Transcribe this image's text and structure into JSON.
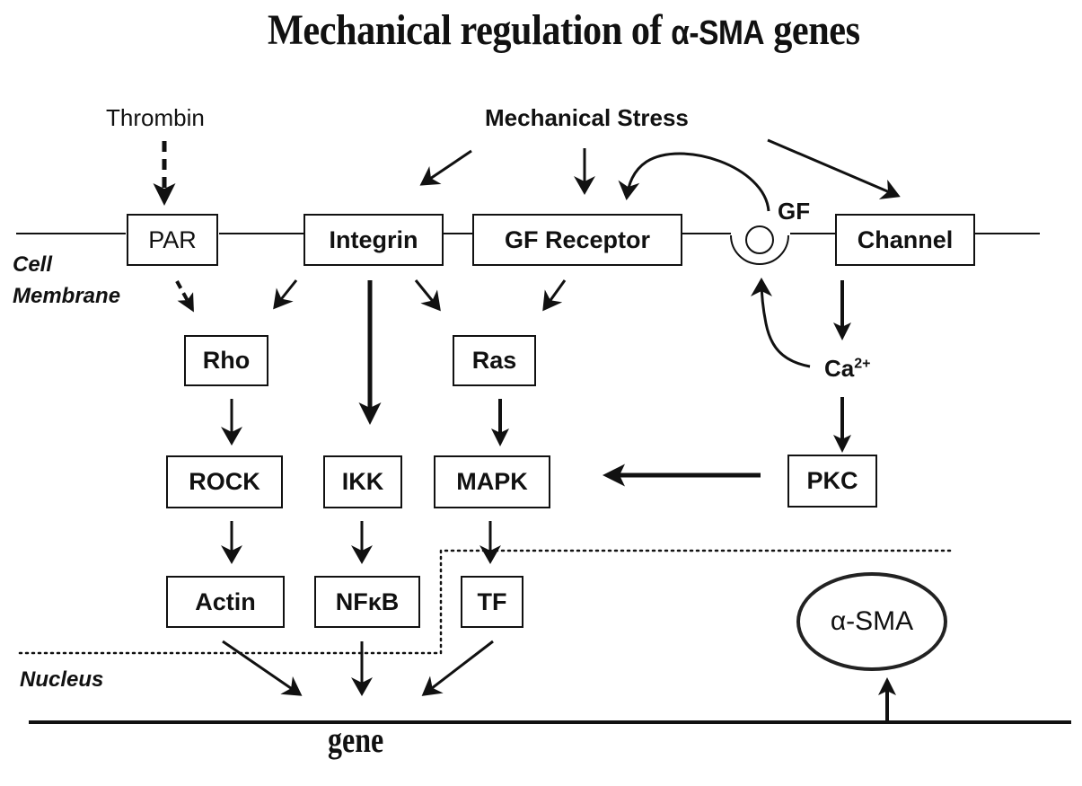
{
  "title": {
    "main": "Mechanical regulation of ",
    "alpha": "α-SMA",
    "suffix": " genes"
  },
  "inputs": {
    "thrombin": "Thrombin",
    "mechanical_stress": "Mechanical Stress"
  },
  "regions": {
    "cell_membrane_1": "Cell",
    "cell_membrane_2": "Membrane",
    "nucleus": "Nucleus"
  },
  "membrane_nodes": {
    "par": "PAR",
    "integrin": "Integrin",
    "gf_receptor": "GF Receptor",
    "gf": "GF",
    "channel": "Channel"
  },
  "ion": {
    "base": "Ca",
    "charge": "2+"
  },
  "nodes": {
    "rho": "Rho",
    "ras": "Ras",
    "rock": "ROCK",
    "ikk": "IKK",
    "mapk": "MAPK",
    "pkc": "PKC",
    "actin": "Actin",
    "nfkb": "NFκB",
    "tf": "TF"
  },
  "output": {
    "gene": "gene",
    "alpha_sma": "α-SMA"
  },
  "edges": [
    {
      "from": "Thrombin",
      "to": "PAR",
      "style": "dashed"
    },
    {
      "from": "Mechanical Stress",
      "to": "Integrin"
    },
    {
      "from": "Mechanical Stress",
      "to": "GF Receptor"
    },
    {
      "from": "Mechanical Stress",
      "to": "Channel"
    },
    {
      "from": "GF",
      "to": "GF Receptor",
      "style": "curved"
    },
    {
      "from": "PAR",
      "to": "Rho",
      "style": "dashed"
    },
    {
      "from": "Integrin",
      "to": "Rho"
    },
    {
      "from": "Integrin",
      "to": "IKK"
    },
    {
      "from": "Integrin",
      "to": "Ras"
    },
    {
      "from": "GF Receptor",
      "to": "Ras"
    },
    {
      "from": "Channel",
      "to": "Ca2+"
    },
    {
      "from": "Ca2+",
      "to": "GF",
      "style": "curved"
    },
    {
      "from": "Ca2+",
      "to": "PKC"
    },
    {
      "from": "PKC",
      "to": "MAPK"
    },
    {
      "from": "Rho",
      "to": "ROCK"
    },
    {
      "from": "Ras",
      "to": "MAPK"
    },
    {
      "from": "ROCK",
      "to": "Actin"
    },
    {
      "from": "IKK",
      "to": "NFκB"
    },
    {
      "from": "MAPK",
      "to": "TF"
    },
    {
      "from": "Actin",
      "to": "gene"
    },
    {
      "from": "NFκB",
      "to": "gene"
    },
    {
      "from": "TF",
      "to": "gene"
    },
    {
      "from": "gene",
      "to": "α-SMA"
    }
  ]
}
